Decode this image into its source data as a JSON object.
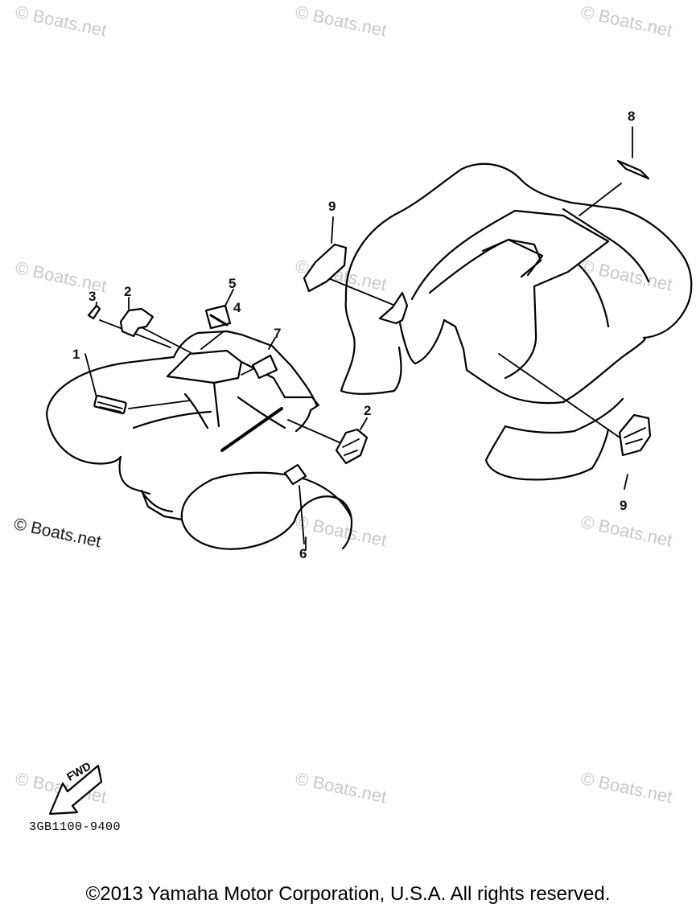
{
  "callouts": [
    {
      "label": "1"
    },
    {
      "label": "2"
    },
    {
      "label": "3"
    },
    {
      "label": "4"
    },
    {
      "label": "5"
    },
    {
      "label": "7"
    },
    {
      "label": "2"
    },
    {
      "label": "6"
    },
    {
      "label": "8"
    },
    {
      "label": "9"
    },
    {
      "label": "9"
    }
  ],
  "watermark": "© Boats.net",
  "fwd_label": "FWD",
  "diagram_code": "3GB1100-9400",
  "copyright": "©2013 Yamaha Motor Corporation, U.S.A. All rights reserved."
}
